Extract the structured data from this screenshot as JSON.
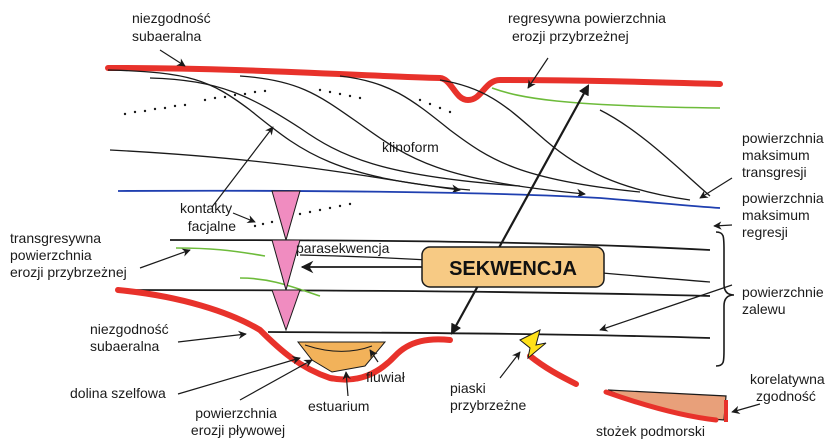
{
  "colors": {
    "unconformity": "#e8322b",
    "max_flooding": "#1f3fb0",
    "green": "#6dbb3a",
    "pink": "#f08cc0",
    "box_fill": "#f7ca84",
    "estuary_fill": "#f2b25a",
    "fan_fill": "#e8a07a",
    "sand": "#ffe11a",
    "ink": "#1a1a1a"
  },
  "labels": {
    "unconf_top": [
      "niezgodność",
      "subaeralna"
    ],
    "regressive": [
      "regresywna powierzchnia",
      "erozji przybrzeżnej"
    ],
    "clinoform": "klinoform",
    "facies": [
      "kontakty",
      "facjalne"
    ],
    "mfs": [
      "powierzchnia",
      "maksimum",
      "transgresji"
    ],
    "mrs": [
      "powierzchnia",
      "maksimum",
      "regresji"
    ],
    "sequence": "SEKWENCJA",
    "transgressive": [
      "transgresywna",
      "powierzchnia",
      "erozji przybrzeżnej"
    ],
    "parasequence": "parasekwencja",
    "flooding": [
      "powierzchnie",
      "zalewu"
    ],
    "unconf_bottom": [
      "niezgodność",
      "subaeralna"
    ],
    "shelf_valley": "dolina szelfowa",
    "tidal": [
      "powierzchnia",
      "erozji pływowej"
    ],
    "estuary": "estuarium",
    "fluvial": "fluwiał",
    "coastal_sands": [
      "piaski",
      "przybrzeżne"
    ],
    "correlative": [
      "korelatywna",
      "zgodność"
    ],
    "fan": "stożek podmorski"
  }
}
